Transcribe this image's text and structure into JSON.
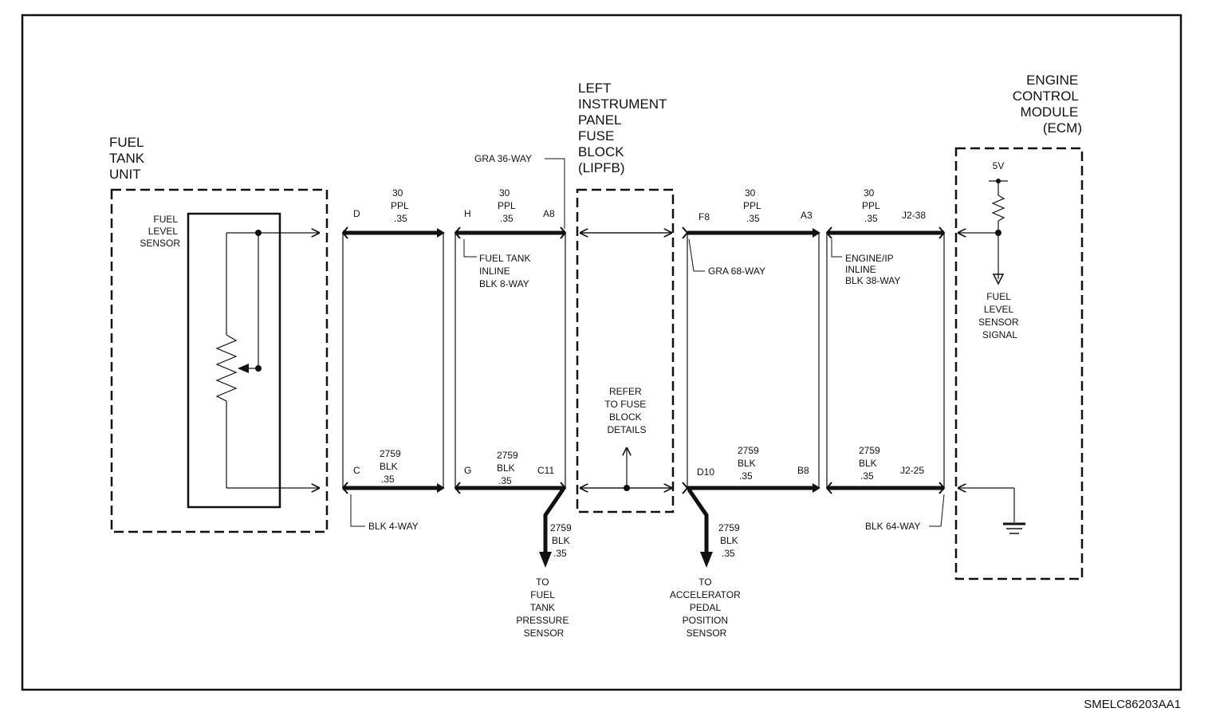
{
  "figure_id": "SMELC86203AA1",
  "components": {
    "fuel_tank_unit": [
      "FUEL",
      "TANK",
      "UNIT"
    ],
    "fuel_level_sensor": [
      "FUEL",
      "LEVEL",
      "SENSOR"
    ],
    "lipfb": [
      "LEFT",
      "INSTRUMENT",
      "PANEL",
      "FUSE",
      "BLOCK",
      "(LIPFB)"
    ],
    "ecm": [
      "ENGINE",
      "CONTROL",
      "MODULE",
      "(ECM)"
    ],
    "refer_note": [
      "REFER",
      "TO FUSE",
      "BLOCK",
      "DETAILS"
    ],
    "ecm_voltage": "5V",
    "ecm_signal": [
      "FUEL",
      "LEVEL",
      "SENSOR",
      "SIGNAL"
    ]
  },
  "connectors": {
    "blk_4way": "BLK 4-WAY",
    "fuel_tank_inline": [
      "FUEL TANK",
      "INLINE",
      "BLK 8-WAY"
    ],
    "gra_36way": "GRA 36-WAY",
    "gra_68way": "GRA 68-WAY",
    "engine_ip_inline": [
      "ENGINE/IP",
      "INLINE",
      "BLK 38-WAY"
    ],
    "blk_64way": "BLK 64-WAY"
  },
  "pins": {
    "d": "D",
    "c": "C",
    "h": "H",
    "g": "G",
    "a8": "A8",
    "c11": "C11",
    "f8": "F8",
    "d10": "D10",
    "a3": "A3",
    "b8": "B8",
    "j2_38": "J2-38",
    "j2_25": "J2-25"
  },
  "wires": {
    "signal": [
      "30",
      "PPL",
      ".35"
    ],
    "ground": [
      "2759",
      "BLK",
      ".35"
    ]
  },
  "destinations": {
    "fuel_tank_pressure": [
      "TO",
      "FUEL",
      "TANK",
      "PRESSURE",
      "SENSOR"
    ],
    "accel_pedal": [
      "TO",
      "ACCELERATOR",
      "PEDAL",
      "POSITION",
      "SENSOR"
    ]
  }
}
